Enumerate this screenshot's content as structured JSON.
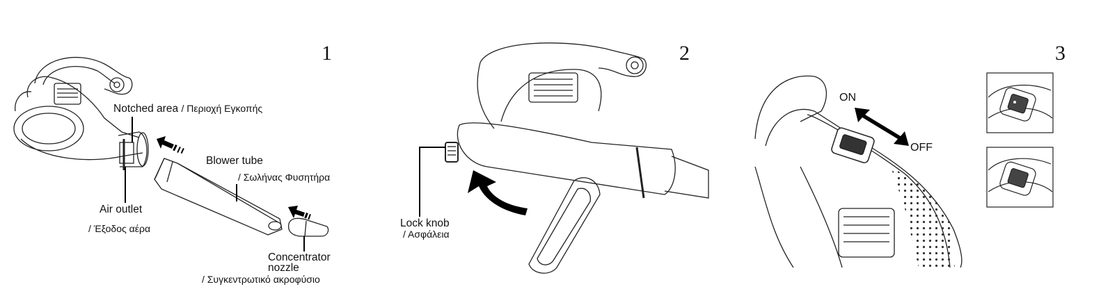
{
  "panels": [
    {
      "number": "1",
      "labels": {
        "notched_en": "Notched area",
        "notched_gr": "/ Περιοχή Εγκοπής",
        "tube_en": "Blower tube",
        "tube_gr": "/ Σωλήνας Φυσητήρα",
        "outlet_en": "Air outlet",
        "outlet_gr": "/ Έξοδος αέρα",
        "nozzle_en_1": "Concentrator",
        "nozzle_en_2": "nozzle",
        "nozzle_gr": "/ Συγκεντρωτικό ακροφύσιο"
      }
    },
    {
      "number": "2",
      "labels": {
        "lock_en": "Lock knob",
        "lock_gr": "/ Ασφάλεια"
      }
    },
    {
      "number": "3",
      "labels": {
        "on": "ON",
        "off": "OFF"
      }
    }
  ],
  "colors": {
    "line": "#222222",
    "arrow": "#000000"
  },
  "icons": [
    "blower-icon",
    "push-arrow-icon",
    "rotate-arrow-icon",
    "double-arrow-icon",
    "switch-icon"
  ]
}
